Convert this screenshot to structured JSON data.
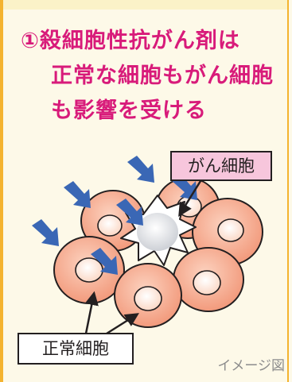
{
  "headline": {
    "number": "①",
    "line1": "殺細胞性抗がん剤は",
    "line2": "正常な細胞もがん細胞",
    "line3": "も影響を受ける"
  },
  "labels": {
    "cancer_cell": "がん細胞",
    "normal_cell": "正常細胞"
  },
  "caption": "イメージ図",
  "colors": {
    "headline": "#d81b7a",
    "frame": "#f4b32f",
    "background": "#fdf9e8",
    "normal_cell_fill": "#f6a98a",
    "cancer_label_fill": "#f7c6dc",
    "arrow": "#3a67b5"
  }
}
